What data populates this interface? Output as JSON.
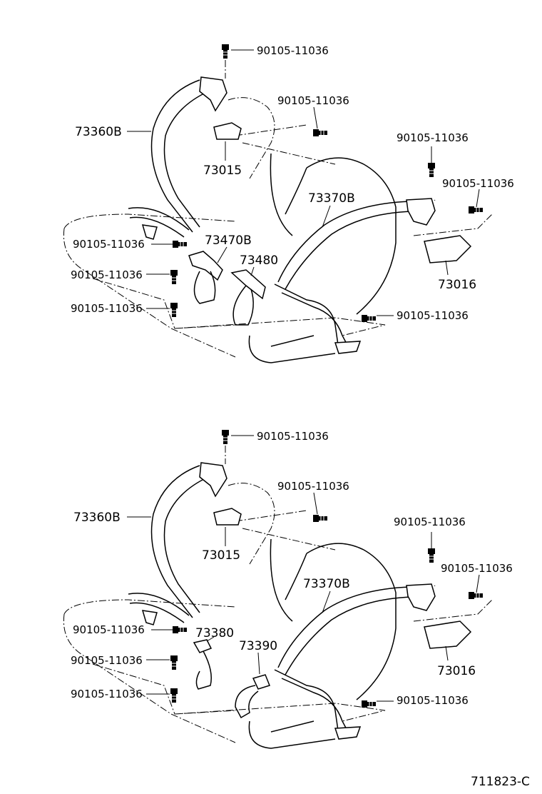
{
  "diagram": {
    "code": "711823-C",
    "upper": {
      "labels": {
        "bolt_top": "90105-11036",
        "bolt_center": "90105-11036",
        "bolt_right_upper": "90105-11036",
        "bolt_right_side": "90105-11036",
        "bolt_left_mid": "90105-11036",
        "bolt_left_lower1": "90105-11036",
        "bolt_left_lower2": "90105-11036",
        "bolt_right_lower": "90105-11036",
        "belt_left": "73360B",
        "belt_right": "73370B",
        "retractor_left": "73015",
        "retractor_right": "73016",
        "buckle_left": "73470B",
        "buckle_right": "73480"
      }
    },
    "lower": {
      "labels": {
        "bolt_top": "90105-11036",
        "bolt_center": "90105-11036",
        "bolt_right_upper": "90105-11036",
        "bolt_right_side": "90105-11036",
        "bolt_left_mid": "90105-11036",
        "bolt_left_lower1": "90105-11036",
        "bolt_left_lower2": "90105-11036",
        "bolt_right_lower": "90105-11036",
        "belt_left": "73360B",
        "belt_right": "73370B",
        "retractor_left": "73015",
        "retractor_right": "73016",
        "buckle_left": "73380",
        "buckle_right": "73390"
      }
    }
  }
}
